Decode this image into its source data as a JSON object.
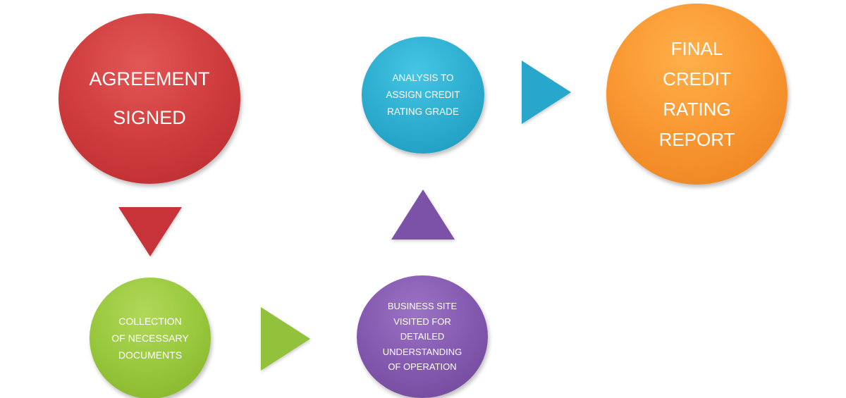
{
  "steps": {
    "agreement": "AGREEMENT SIGNED",
    "collection": "COLLECTION OF NECESSARY DOCUMENTS",
    "site_visit": "BUSINESS SITE VISITED FOR DETAILED UNDERSTANDING OF OPERATION",
    "analysis": "ANALYSIS TO ASSIGN CREDIT RATING GRADE",
    "final": "FINAL CREDIT RATING REPORT"
  },
  "colors": {
    "agreement": "#d13f40",
    "collection": "#98c83d",
    "site_visit": "#8459b0",
    "analysis": "#2eaed0",
    "final": "#f99631"
  },
  "arrows": [
    {
      "id": "agreement-to-collection",
      "direction": "down",
      "color": "#c8333a"
    },
    {
      "id": "collection-to-site-visit",
      "direction": "right",
      "color": "#92c13b"
    },
    {
      "id": "site-visit-to-analysis",
      "direction": "up",
      "color": "#7b52a7"
    },
    {
      "id": "analysis-to-final",
      "direction": "right",
      "color": "#27a7cb"
    }
  ]
}
